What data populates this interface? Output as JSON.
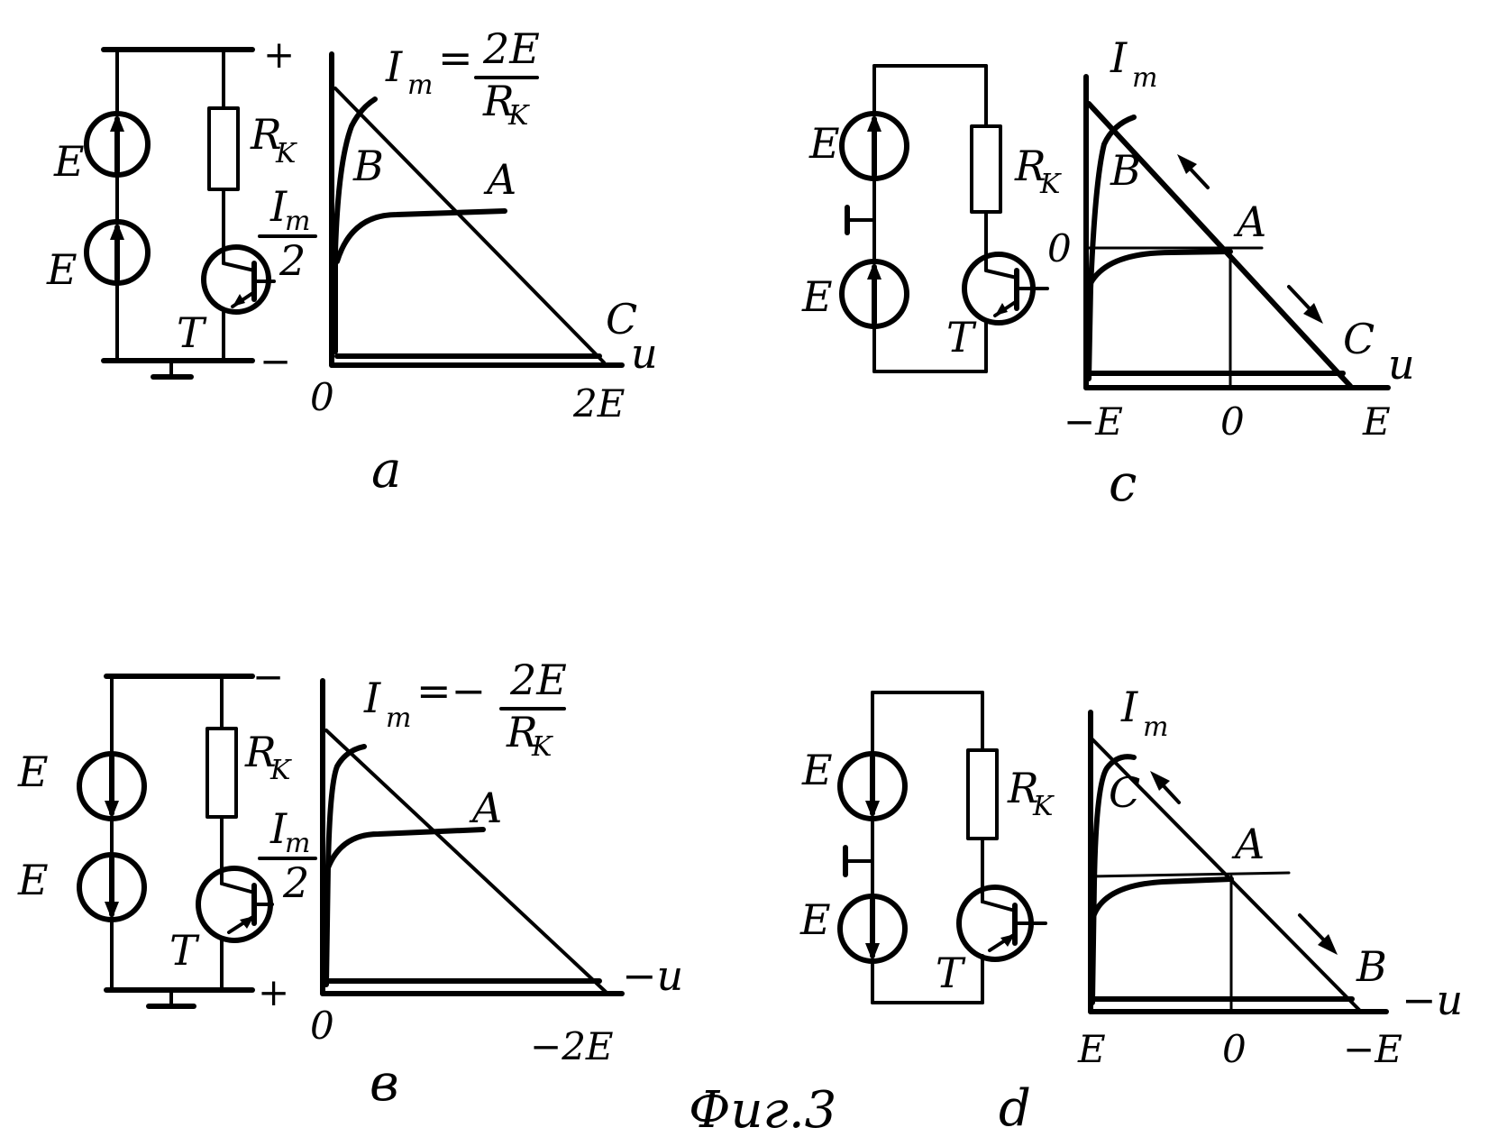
{
  "caption": "Фиг.3",
  "colors": {
    "ink": "#000000",
    "paper": "#ffffff"
  },
  "panels": {
    "a": {
      "letter": "a",
      "source_label": "E",
      "resistor_label": "R",
      "resistor_sub": "K",
      "transistor_label": "T",
      "plus": "+",
      "minus": "−",
      "im_label": "I",
      "im_sub": "m",
      "im_eq": "=",
      "frac_num": "2E",
      "frac_den_R": "R",
      "frac_den_sub": "K",
      "half_num": "I",
      "half_num_sub": "m",
      "half_den": "2",
      "pt_A": "A",
      "pt_B": "B",
      "pt_C": "C",
      "x_axis": "u",
      "x_zero": "0",
      "x_end": "2E"
    },
    "c": {
      "letter": "c",
      "source_label": "E",
      "resistor_label": "R",
      "resistor_sub": "K",
      "transistor_label": "T",
      "im_label": "I",
      "im_sub": "m",
      "y_zero": "0",
      "pt_A": "A",
      "pt_B": "B",
      "pt_C": "C",
      "x_axis": "u",
      "x_left": "−E",
      "x_mid": "0",
      "x_right": "E"
    },
    "b": {
      "letter": "в",
      "source_label": "E",
      "resistor_label": "R",
      "resistor_sub": "K",
      "transistor_label": "T",
      "plus": "+",
      "minus": "−",
      "im_label": "I",
      "im_sub": "m",
      "im_eq": "=−",
      "frac_num": "2E",
      "frac_den_R": "R",
      "frac_den_sub": "K",
      "half_num": "I",
      "half_num_sub": "m",
      "half_den": "2",
      "pt_A": "A",
      "x_axis": "−u",
      "x_zero": "0",
      "x_end": "−2E"
    },
    "d": {
      "letter": "d",
      "source_label": "E",
      "resistor_label": "R",
      "resistor_sub": "K",
      "transistor_label": "T",
      "im_label": "I",
      "im_sub": "m",
      "pt_A": "A",
      "pt_B": "B",
      "pt_C": "C",
      "x_axis": "−u",
      "x_left": "E",
      "x_mid": "0",
      "x_right": "−E"
    }
  }
}
